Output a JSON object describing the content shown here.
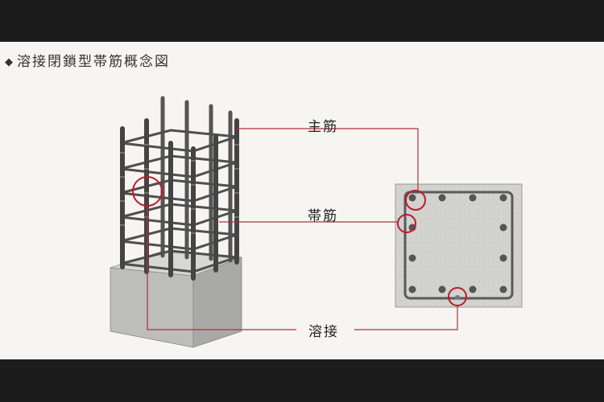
{
  "title": {
    "bullet": "◆",
    "text": "溶接閉鎖型帯筋概念図"
  },
  "labels": {
    "main_bar": "主筋",
    "hoop": "帯筋",
    "weld": "溶接"
  },
  "colors": {
    "background": "#f6f5f2",
    "frame": "#1c1c1c",
    "leader_line": "#b03040",
    "highlight_circle": "#c01a2a",
    "concrete": "#cfcfcc",
    "rebar": "#4a4a4a"
  }
}
